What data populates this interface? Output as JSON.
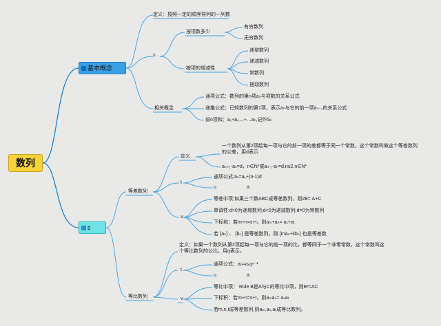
{
  "root": {
    "label": "数列"
  },
  "basic": {
    "label": "基本概念",
    "definition": "定义：按照一定的顺序排列的一列数",
    "classify_key": "s",
    "by_count": {
      "label": "按项数多少",
      "items": [
        "有穷数列",
        "无穷数列"
      ]
    },
    "by_monotonic": {
      "label": "按项的增减性",
      "items": [
        "递增数列",
        "递减数列",
        "常数列",
        "摆动数列"
      ]
    },
    "related": {
      "label": "相关概念",
      "items": [
        "通项公式：数列的第n项aₙ与项数的关系公式",
        "递推公式：已知数列的第1项，表示aₙ与它的前一项aₙ₋₁的关系公式",
        "前n项和：a₁+a₂…+…aₙ,记作Sₙ"
      ]
    }
  },
  "seq": {
    "label": "s",
    "arith": {
      "label": "等差数列",
      "definition": {
        "label": "定义",
        "text": "一个数列从第2项起每一项与它的前一项的差都等于同一个常数，这个常数叫做这个等差数列的公差，用d表示",
        "formula": "aₙ₊₁-aₙ=d，n∈N*或aₙ-₁-aₙ=d,n≥2,n∈N*"
      },
      "general": {
        "key": "t",
        "items": [
          "通项公式:aₙ=a₁+(n-1)d"
        ],
        "u_key": "u",
        "u_val": "a"
      },
      "props": {
        "key": "v",
        "items": [
          "等差中项:如果三个数ABC成等差数列，则2B= A+C",
          "单调性:d>0为递增数列;d<0为递减数列;d=0为常数列",
          "下标和：若m+n=s+t，则aₘ+aₙ= aₛ+aₜ",
          "若 {aₙ} 、 {bₙ} 是等差数列，则 {maₙ+kbₙ} 也是等差数"
        ]
      }
    },
    "geo": {
      "label": "等比数列",
      "definition": "定义：如果一个数列从第2项起每一项与它的前一项的比，都等同于一个非零常数，这个常数叫这个等比数列的公比，用q表示。",
      "general": {
        "key": "t",
        "items": [
          "通项公式：aₙ=a₁qⁿ⁻¹"
        ],
        "u_key": "u",
        "u_val": "a"
      },
      "props": {
        "key": "v",
        "items": [
          "等比中项： Rule B是A与C的等比中项，则B²=AC",
          "下标积：若m+n=s+t，则aₘaₙ= aₛaₜ",
          "若m,n,t成等差数列,则aₘ,aₙ,aₜ成等比数列。"
        ]
      }
    }
  },
  "colors": {
    "line": "#1b7fcf",
    "root": "#f6d33b",
    "basic_node": "#3aa0e6",
    "seq_node": "#6de3e6"
  }
}
